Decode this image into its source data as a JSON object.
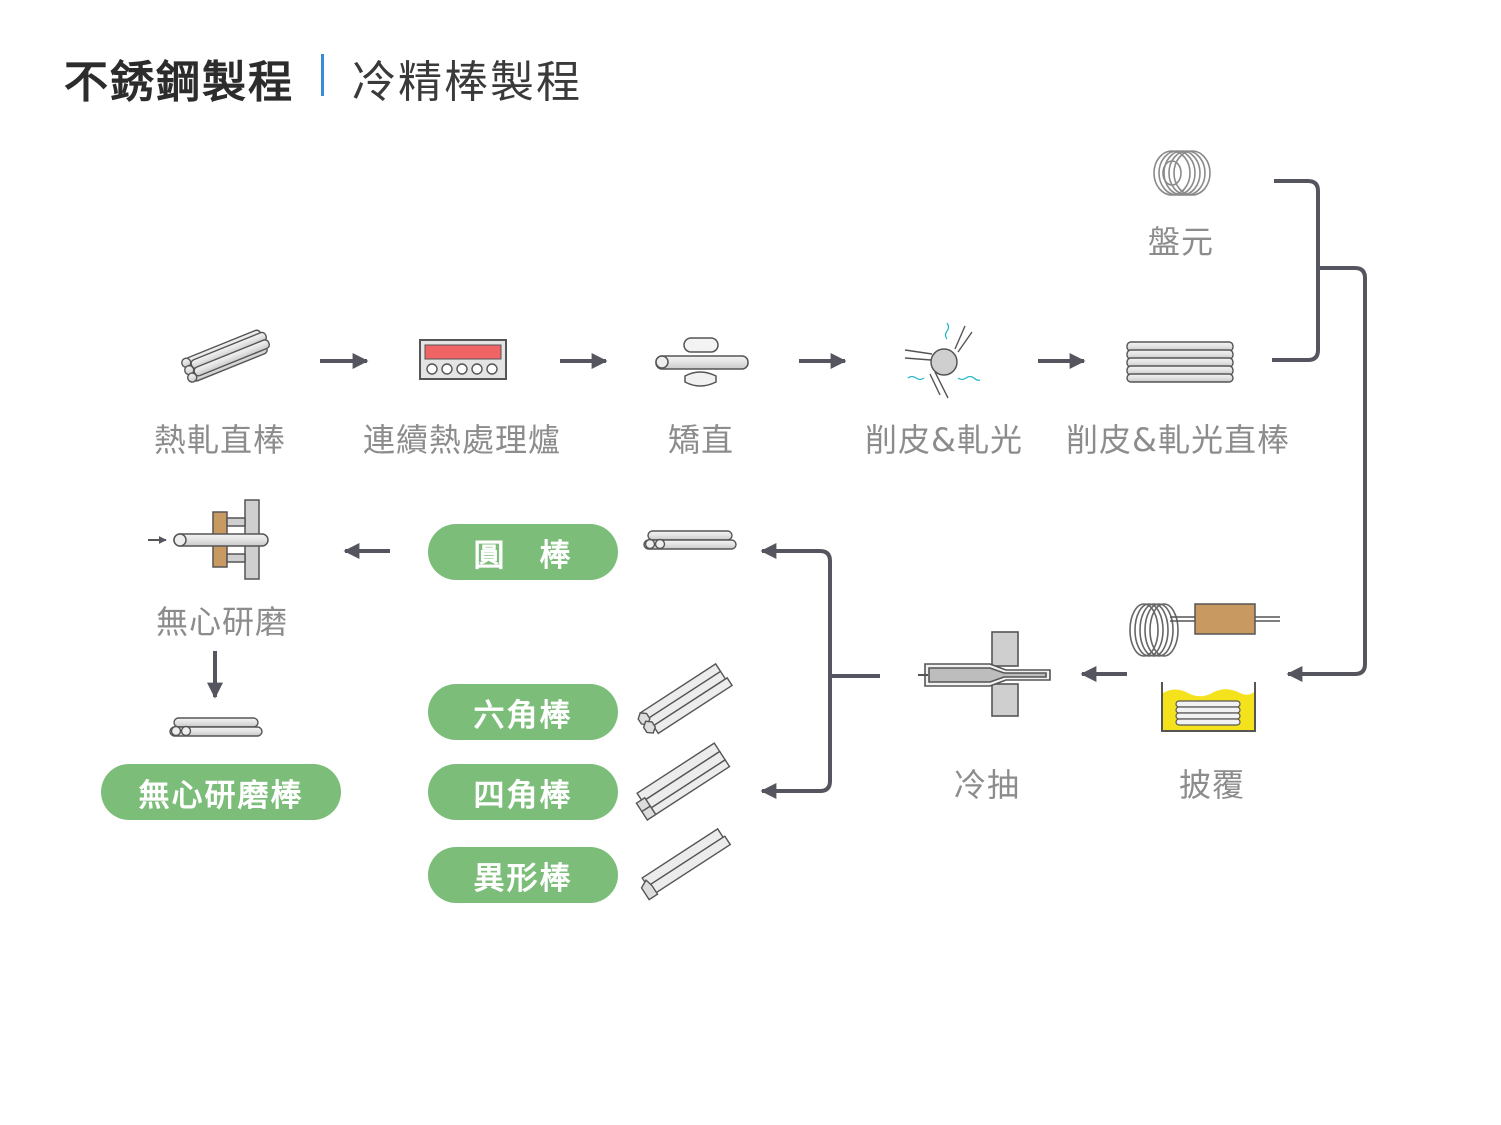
{
  "header": {
    "title": "不銹鋼製程",
    "subtitle": "冷精棒製程"
  },
  "steps": {
    "coil": "盤元",
    "hot_rolled_bar": "熱軋直棒",
    "heat_treatment": "連續熱處理爐",
    "straightening": "矯直",
    "peeling_polishing": "削皮&軋光",
    "peeled_polished_bar": "削皮&軋光直棒",
    "centerless_grinding": "無心研磨",
    "cold_drawing": "冷抽",
    "coating": "披覆"
  },
  "products": {
    "round_bar": "圓　棒",
    "hex_bar": "六角棒",
    "square_bar": "四角棒",
    "profile_bar": "異形棒",
    "ground_bar": "無心研磨棒"
  },
  "colors": {
    "accent_blue": "#3a8ad6",
    "pill_green": "#7cbd7a",
    "arrow_dark": "#55555f",
    "label_grey": "#8c8c8c",
    "furnace_red": "#f06466",
    "coating_yellow": "#f4e21c",
    "wood_brown": "#c89a62"
  },
  "icons": [
    "coil-icon",
    "bar-bundle-icon",
    "furnace-icon",
    "straightener-icon",
    "peeling-icon",
    "straight-bar-icon",
    "grinder-icon",
    "die-icon",
    "coating-tank-icon",
    "round-bar-icon",
    "hex-bar-icon",
    "square-bar-icon",
    "profile-bar-icon"
  ]
}
